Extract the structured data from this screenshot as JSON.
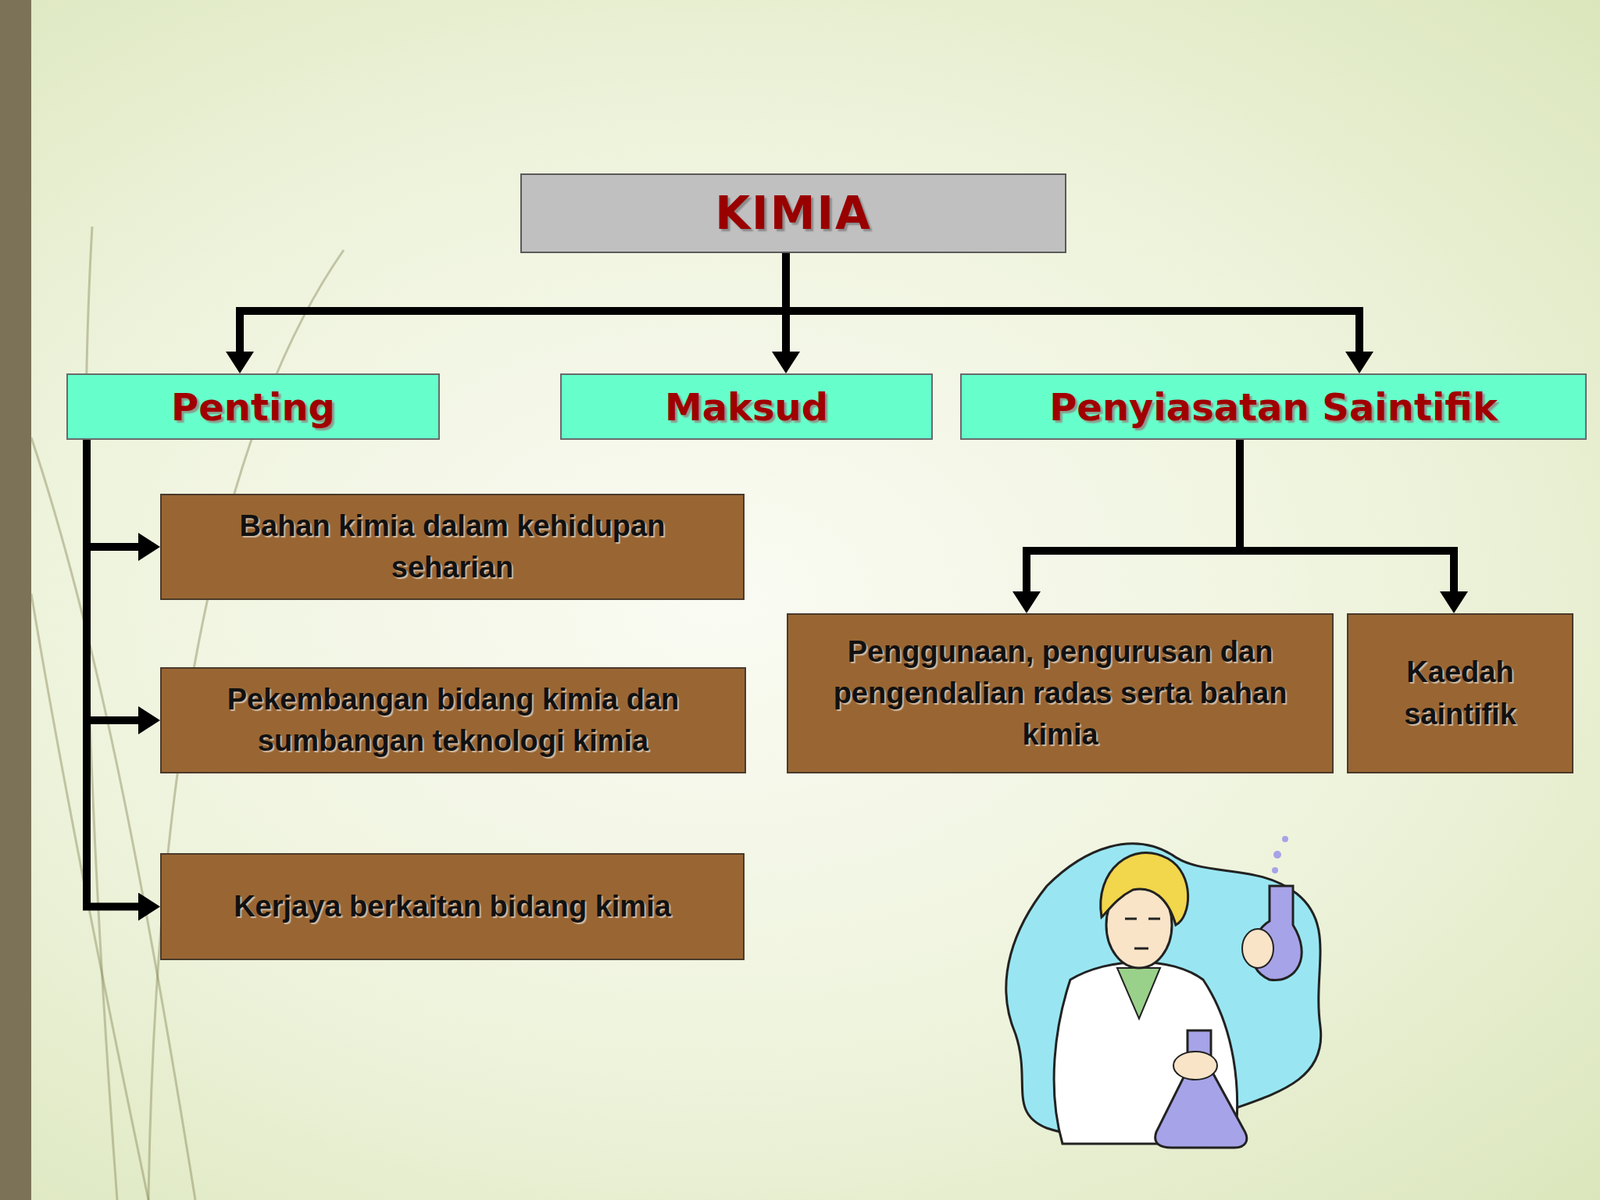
{
  "diagram": {
    "nodes": [
      {
        "text": [
          "KIMIA"
        ]
      },
      {
        "text": [
          "Penting"
        ]
      },
      {
        "text": [
          "Maksud"
        ]
      },
      {
        "text": [
          "Penyiasatan Saintifik"
        ]
      },
      {
        "text": [
          "Bahan kimia dalam kehidupan seharian"
        ]
      },
      {
        "text": [
          "Pekembangan bidang kimia dan sumbangan teknologi kimia"
        ]
      },
      {
        "text": [
          "Kerjaya berkaitan bidang kimia"
        ]
      },
      {
        "text": [
          "Penggunaan, pengurusan dan pengendalian radas serta bahan kimia"
        ]
      },
      {
        "text": [
          "Kaedah saintifik"
        ]
      }
    ],
    "edges": [
      {
        "from": 0,
        "to": 1,
        "arrow": "to"
      },
      {
        "from": 0,
        "to": 2,
        "arrow": "to"
      },
      {
        "from": 0,
        "to": 3,
        "arrow": "to"
      },
      {
        "from": 1,
        "to": 4,
        "arrow": "to"
      },
      {
        "from": 1,
        "to": 5,
        "arrow": "to"
      },
      {
        "from": 1,
        "to": 6,
        "arrow": "to"
      },
      {
        "from": 3,
        "to": 7,
        "arrow": "to"
      },
      {
        "from": 3,
        "to": 8,
        "arrow": "to"
      }
    ]
  }
}
